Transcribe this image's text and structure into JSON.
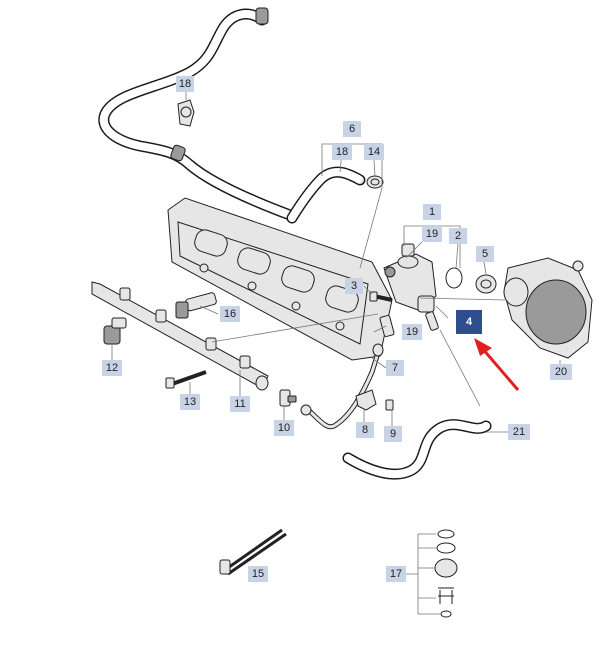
{
  "callouts": {
    "c1": "1",
    "c2": "2",
    "c3": "3",
    "c4": "4",
    "c5": "5",
    "c6": "6",
    "c7": "7",
    "c8": "8",
    "c9": "9",
    "c10": "10",
    "c11": "11",
    "c12": "12",
    "c13": "13",
    "c14": "14",
    "c15": "15",
    "c16": "16",
    "c17": "17",
    "c18a": "18",
    "c18b": "18",
    "c19a": "19",
    "c19b": "19",
    "c20": "20",
    "c21": "21"
  },
  "colors": {
    "callout_bg": "#c9d3e6",
    "highlight_bg": "#2e4e8f",
    "arrow": "#e02020"
  },
  "highlighted_part": "4"
}
